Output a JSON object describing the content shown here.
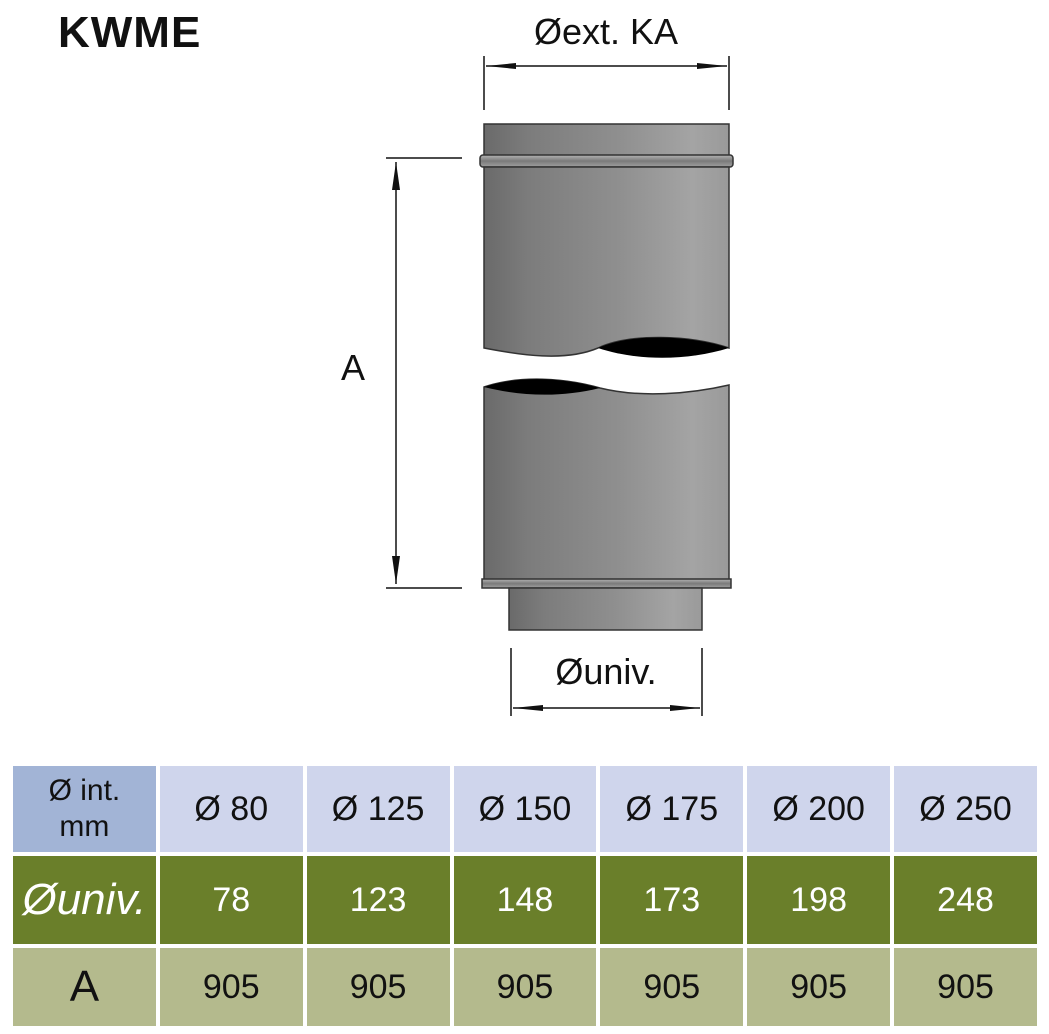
{
  "title": "KWME",
  "labels": {
    "ext_diameter": "Øext. KA",
    "univ_diameter": "Øuniv.",
    "length": "A"
  },
  "table": {
    "headers": {
      "int_line1": "Ø int.",
      "int_line2": "mm",
      "univ": "Øuniv.",
      "a": "A"
    },
    "int_diameters": [
      "Ø 80",
      "Ø 125",
      "Ø 150",
      "Ø 175",
      "Ø 200",
      "Ø 250"
    ],
    "univ_values": [
      "78",
      "123",
      "148",
      "173",
      "198",
      "248"
    ],
    "a_values": [
      "905",
      "905",
      "905",
      "905",
      "905",
      "905"
    ]
  },
  "colors": {
    "header_blue": "#a2b4d6",
    "cell_blue": "#cfd5ec",
    "univ_green": "#6a7f2a",
    "a_olive": "#b4ba8d",
    "pipe_gray": "#8e8e8e"
  }
}
